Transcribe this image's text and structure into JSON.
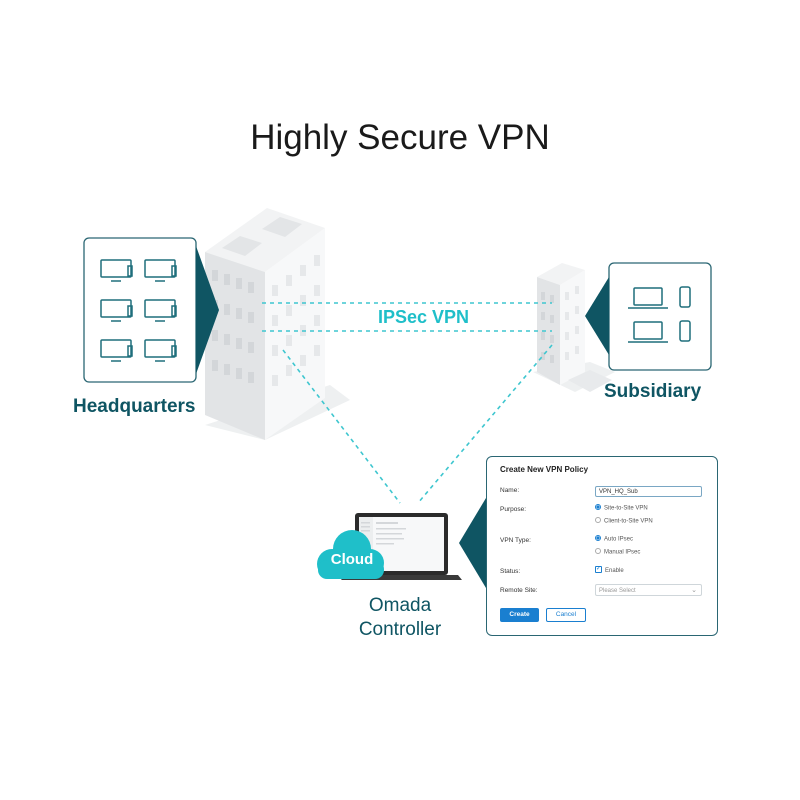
{
  "title": "Highly Secure VPN",
  "sites": {
    "headquarters": "Headquarters",
    "subsidiary": "Subsidiary"
  },
  "link_label": "IPSec VPN",
  "cloud_label": "Cloud",
  "controller_label": [
    "Omada",
    "Controller"
  ],
  "colors": {
    "accent": "#1fbfc9",
    "dark_teal": "#0f5563",
    "button_blue": "#1a7fd0"
  },
  "policy_form": {
    "title": "Create New VPN Policy",
    "name_label": "Name:",
    "name_value": "VPN_HQ_Sub",
    "purpose_label": "Purpose:",
    "purpose_options": [
      "Site-to-Site VPN",
      "Client-to-Site VPN"
    ],
    "vpn_type_label": "VPN Type:",
    "vpn_type_options": [
      "Auto IPsec",
      "Manual IPsec"
    ],
    "status_label": "Status:",
    "status_value": "Enable",
    "remote_site_label": "Remote Site:",
    "remote_site_placeholder": "Please Select",
    "create_label": "Create",
    "cancel_label": "Cancel"
  }
}
